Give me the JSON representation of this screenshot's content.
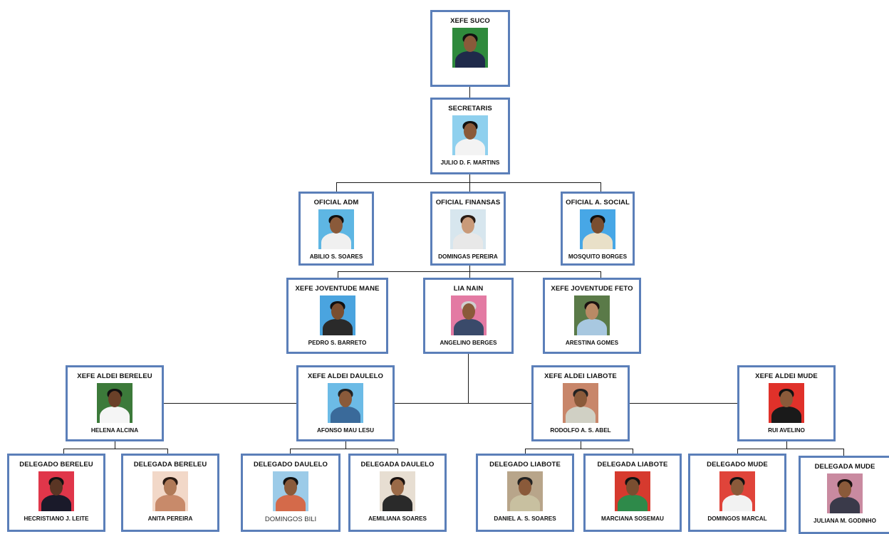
{
  "nodes": [
    {
      "id": "xefe-suco",
      "role": "XEFE SUCO",
      "name": "",
      "photo": {
        "bg": "#2f8a3c",
        "skin": "#8a5a3a",
        "shirt": "#1f2a4a",
        "hair": "#111111"
      }
    },
    {
      "id": "secretaris",
      "role": "SECRETARIS",
      "name": "JULIO D. F.  MARTINS",
      "photo": {
        "bg": "#8fd0ee",
        "skin": "#8a5a3a",
        "shirt": "#f3f3f3",
        "hair": "#111111"
      }
    },
    {
      "id": "oficial-adm",
      "role": "OFICIAL ADM",
      "name": "ABILIO S. SOARES",
      "photo": {
        "bg": "#5eb6e3",
        "skin": "#8a5a3a",
        "shirt": "#f0f0f0",
        "hair": "#111111"
      }
    },
    {
      "id": "oficial-finansas",
      "role": "OFICIAL FINANSAS",
      "name": "DOMINGAS PEREIRA",
      "photo": {
        "bg": "#d7e6ee",
        "skin": "#c99a79",
        "shirt": "#e8e8e8",
        "hair": "#2a1c14"
      }
    },
    {
      "id": "oficial-social",
      "role": "OFICIAL A. SOCIAL",
      "name": "MOSQUITO BORGES",
      "photo": {
        "bg": "#47a7e6",
        "skin": "#7a4e30",
        "shirt": "#e9e0c8",
        "hair": "#111111"
      }
    },
    {
      "id": "joventude-mane",
      "role": "XEFE JOVENTUDE MANE",
      "name": "PEDRO S. BARRETO",
      "photo": {
        "bg": "#4aa4df",
        "skin": "#7a4e30",
        "shirt": "#2a2a2a",
        "hair": "#111111"
      }
    },
    {
      "id": "lia-nain",
      "role": "LIA NAIN",
      "name": "ANGELINO BERGES",
      "photo": {
        "bg": "#e37aa3",
        "skin": "#8a5a3a",
        "shirt": "#3a4a6a",
        "hair": "#cfcfcf"
      }
    },
    {
      "id": "joventude-feto",
      "role": "XEFE JOVENTUDE FETO",
      "name": "ARESTINA GOMES",
      "photo": {
        "bg": "#5a7a48",
        "skin": "#b98a65",
        "shirt": "#a8c8e0",
        "hair": "#1a1210"
      }
    },
    {
      "id": "aldei-bereleu",
      "role": "XEFE ALDEI BERELEU",
      "name": "HELENA ALCINA",
      "photo": {
        "bg": "#3c7a3a",
        "skin": "#6a4028",
        "shirt": "#f5f5f5",
        "hair": "#111111"
      }
    },
    {
      "id": "aldei-daulelo",
      "role": "XEFE ALDEI DAULELO",
      "name": "AFONSO MAU LESU",
      "photo": {
        "bg": "#6cbbe6",
        "skin": "#8a5a3a",
        "shirt": "#3a6a9a",
        "hair": "#222222"
      }
    },
    {
      "id": "aldei-liabote",
      "role": "XEFE ALDEI LIABOTE",
      "name": "RODOLFO  A. S. ABEL",
      "photo": {
        "bg": "#c8866a",
        "skin": "#8a5a3a",
        "shirt": "#d0d0c4",
        "hair": "#222222"
      }
    },
    {
      "id": "aldei-mude",
      "role": "XEFE ALDEI MUDE",
      "name": "RUI AVELINO",
      "photo": {
        "bg": "#e0312a",
        "skin": "#8a5a3a",
        "shirt": "#1a1a1a",
        "hair": "#111111"
      }
    },
    {
      "id": "delegado-bereleu",
      "role": "DELEGADO BERELEU",
      "name": "HECRISTIANO J. LEITE",
      "photo": {
        "bg": "#e0364a",
        "skin": "#5a3524",
        "shirt": "#1a1a2a",
        "hair": "#111111"
      }
    },
    {
      "id": "delegada-bereleu",
      "role": "DELEGADA BERELEU",
      "name": "ANITA PEREIRA",
      "photo": {
        "bg": "#f2d8c8",
        "skin": "#b07a58",
        "shirt": "#c88a6a",
        "hair": "#2a1a12"
      }
    },
    {
      "id": "delegado-daulelo",
      "role": "DELEGADO DAULELO",
      "name": "DOMINGOS BILI",
      "photo": {
        "bg": "#9ccbe8",
        "skin": "#8a5a3a",
        "shirt": "#d46a4a",
        "hair": "#111111"
      }
    },
    {
      "id": "delegada-daulelo",
      "role": "DELEGADA DAULELO",
      "name": "AEMILIANA SOARES",
      "photo": {
        "bg": "#e7ded2",
        "skin": "#9a6a48",
        "shirt": "#2a2a2a",
        "hair": "#1a1210"
      }
    },
    {
      "id": "delegado-liabote",
      "role": "DELEGADO LIABOTE",
      "name": "DANIEL A. S. SOARES",
      "photo": {
        "bg": "#b8a58a",
        "skin": "#8a5a3a",
        "shirt": "#c8c0a0",
        "hair": "#222222"
      }
    },
    {
      "id": "delegada-liabote",
      "role": "DELEGADA LIABOTE",
      "name": "MARCIANA SOSEMAU",
      "photo": {
        "bg": "#d63a2e",
        "skin": "#7a4e30",
        "shirt": "#2e8a4a",
        "hair": "#111111"
      }
    },
    {
      "id": "delegado-mude",
      "role": "DELEGADO MUDE",
      "name": "DOMINGOS MARCAL",
      "photo": {
        "bg": "#e0443a",
        "skin": "#8a5a3a",
        "shirt": "#f2f2f2",
        "hair": "#111111"
      }
    },
    {
      "id": "delegada-mude",
      "role": "DELEGADA MUDE",
      "name": "JULIANA M. GODINHO",
      "photo": {
        "bg": "#c98aa0",
        "skin": "#8a5a3a",
        "shirt": "#3a3a4a",
        "hair": "#1a1210"
      }
    }
  ],
  "styles": {
    "border_color": "#5b7fb9",
    "line_color": "#1a1a1a"
  }
}
